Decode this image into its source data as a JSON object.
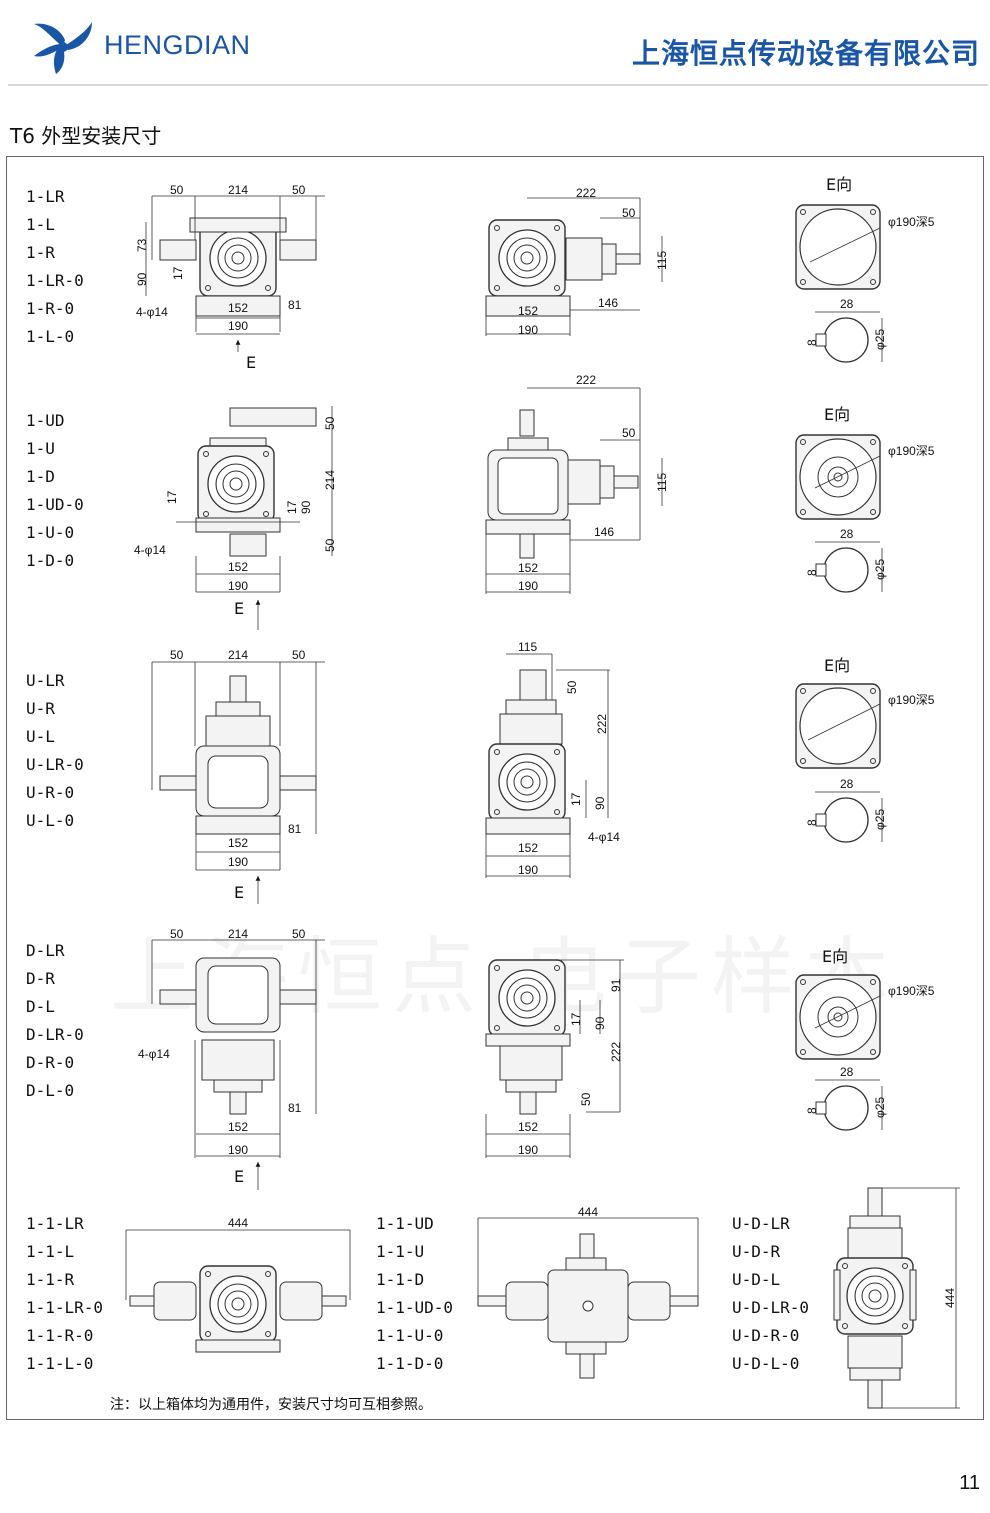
{
  "header": {
    "brand": "HENGDIAN",
    "company": "上海恒点传动设备有限公司",
    "logo_icon": "swirl-logo-icon",
    "brand_color": "#1a56a6"
  },
  "section_title": "T6 外型安装尺寸",
  "groups": {
    "g1": {
      "models": [
        "1-LR",
        "1-L",
        "1-R",
        "1-LR-0",
        "1-R-0",
        "1-L-0"
      ]
    },
    "g2": {
      "models": [
        "1-UD",
        "1-U",
        "1-D",
        "1-UD-0",
        "1-U-0",
        "1-D-0"
      ]
    },
    "g3": {
      "models": [
        "U-LR",
        "U-R",
        "U-L",
        "U-LR-0",
        "U-R-0",
        "U-L-0"
      ]
    },
    "g4": {
      "models": [
        "D-LR",
        "D-R",
        "D-L",
        "D-LR-0",
        "D-R-0",
        "D-L-0"
      ]
    },
    "g5a": {
      "models": [
        "1-1-LR",
        "1-1-L",
        "1-1-R",
        "1-1-LR-0",
        "1-1-R-0",
        "1-1-L-0"
      ]
    },
    "g5b": {
      "models": [
        "1-1-UD",
        "1-1-U",
        "1-1-D",
        "1-1-UD-0",
        "1-1-U-0",
        "1-1-D-0"
      ]
    },
    "g5c": {
      "models": [
        "U-D-LR",
        "U-D-R",
        "U-D-L",
        "U-D-LR-0",
        "U-D-R-0",
        "U-D-L-0"
      ]
    }
  },
  "dims": {
    "d50": "50",
    "d214": "214",
    "d73": "73",
    "d90": "90",
    "d17": "17",
    "holes": "4-φ14",
    "d152": "152",
    "d81": "81",
    "d190": "190",
    "d222": "222",
    "d115": "115",
    "d146": "146",
    "d28": "28",
    "d8": "8",
    "d25": "φ25",
    "d91": "91",
    "d444": "444",
    "flange": "φ190深5",
    "e_view": "E向",
    "e": "E"
  },
  "watermark": "上海恒点 电子样本",
  "note": "注：以上箱体均为通用件，安装尺寸均可互相参照。",
  "page_number": "11"
}
